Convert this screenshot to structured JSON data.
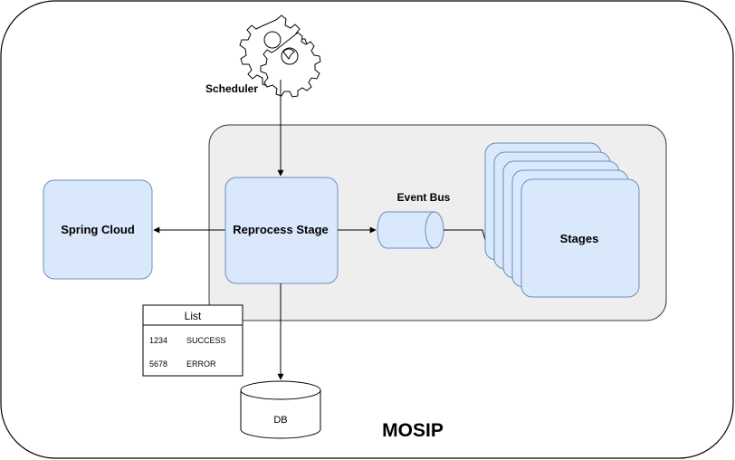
{
  "container": {
    "label": "MOSIP"
  },
  "scheduler": {
    "label": "Scheduler",
    "icon": "gears-icon"
  },
  "spring_cloud": {
    "label": "Spring Cloud"
  },
  "reprocess_stage": {
    "label": "Reprocess Stage"
  },
  "event_bus": {
    "label": "Event Bus"
  },
  "stages": {
    "label": "Stages"
  },
  "db": {
    "label": "DB"
  },
  "list_table": {
    "title": "List",
    "rows": [
      {
        "id": "1234",
        "status": "SUCCESS"
      },
      {
        "id": "5678",
        "status": "ERROR"
      }
    ]
  },
  "colors": {
    "node_fill": "#dae8fc",
    "node_stroke": "#6c8ebf",
    "group_fill": "#eeeeee",
    "group_stroke": "#36393d"
  }
}
